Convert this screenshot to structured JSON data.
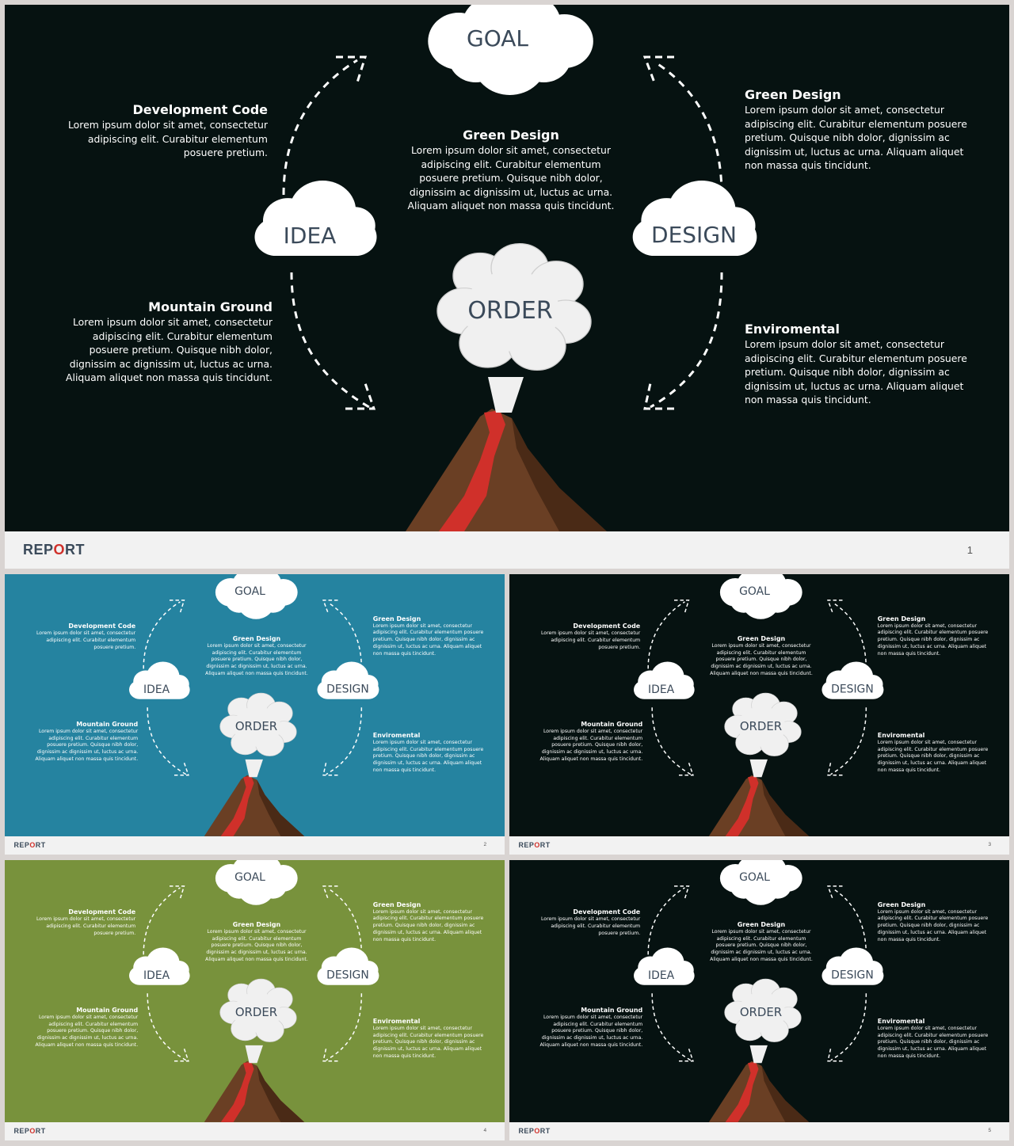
{
  "slides": [
    {
      "bg": "#061211",
      "page": "1"
    },
    {
      "bg": "#2583a0",
      "page": "2"
    },
    {
      "bg": "#061211",
      "page": "3"
    },
    {
      "bg": "#78923c",
      "page": "4"
    },
    {
      "bg": "#061211",
      "page": "5"
    }
  ],
  "brand": {
    "pre": "REP",
    "o": "O",
    "post": "RT",
    "o_color": "#d0302a"
  },
  "labels": {
    "goal": "GOAL",
    "idea": "IDEA",
    "design": "DESIGN",
    "order": "ORDER"
  },
  "blocks": {
    "dev_code": {
      "title": "Development Code",
      "body": "Lorem ipsum dolor sit amet, consectetur adipiscing elit. Curabitur elementum posuere pretium."
    },
    "green_center": {
      "title": "Green Design",
      "body": "Lorem ipsum dolor sit amet, consectetur adipiscing elit. Curabitur elementum posuere pretium. Quisque nibh dolor, dignissim ac dignissim ut, luctus ac urna. Aliquam aliquet non massa quis tincidunt."
    },
    "green_right": {
      "title": "Green Design",
      "body": "Lorem ipsum dolor sit amet, consectetur adipiscing elit. Curabitur elementum posuere pretium. Quisque nibh dolor, dignissim ac dignissim ut, luctus ac urna. Aliquam aliquet non massa quis tincidunt."
    },
    "mountain": {
      "title": "Mountain Ground",
      "body": "Lorem ipsum dolor sit amet, consectetur adipiscing elit. Curabitur elementum posuere pretium. Quisque nibh dolor, dignissim ac dignissim ut, luctus ac urna. Aliquam aliquet non massa quis tincidunt."
    },
    "enviro": {
      "title": "Enviromental",
      "body": "Lorem ipsum dolor sit amet, consectetur adipiscing elit. Curabitur elementum posuere pretium. Quisque nibh dolor, dignissim ac dignissim ut, luctus ac urna. Aliquam aliquet non massa quis tincidunt."
    }
  },
  "colors": {
    "cloud": "#ffffff",
    "smoke": "#f0f0f0",
    "label": "#3b4a5a",
    "mountain": "#6a3f24",
    "mountain_dark": "#4a2a16",
    "lava": "#d0302a"
  }
}
